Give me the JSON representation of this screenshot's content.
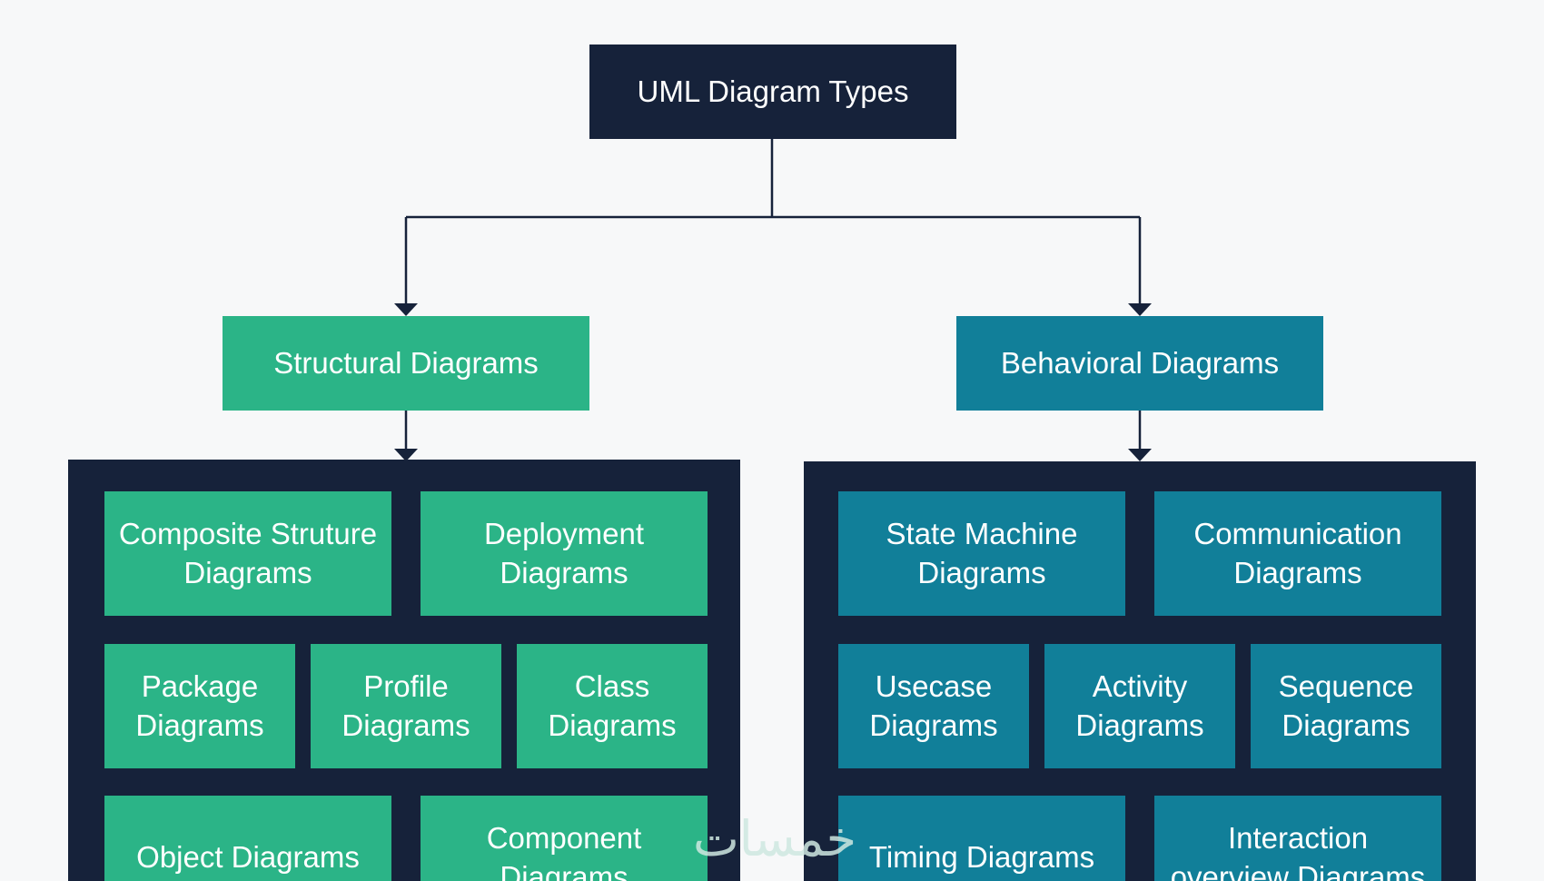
{
  "root": {
    "label": "UML Diagram Types"
  },
  "structural": {
    "label": "Structural Diagrams",
    "items": [
      "Composite Struture\nDiagrams",
      "Deployment\nDiagrams",
      "Package\nDiagrams",
      "Profile\nDiagrams",
      "Class\nDiagrams",
      "Object Diagrams",
      "Component\nDiagrams"
    ]
  },
  "behavioral": {
    "label": "Behavioral Diagrams",
    "items": [
      "State Machine\nDiagrams",
      "Communication\nDiagrams",
      "Usecase\nDiagrams",
      "Activity\nDiagrams",
      "Sequence\nDiagrams",
      "Timing Diagrams",
      "Interaction\noverview Diagrams"
    ]
  },
  "watermark": {
    "text": "خمسات"
  },
  "colors": {
    "dark": "#16223a",
    "green": "#2bb487",
    "teal": "#117f99",
    "background": "#f7f8f9"
  }
}
